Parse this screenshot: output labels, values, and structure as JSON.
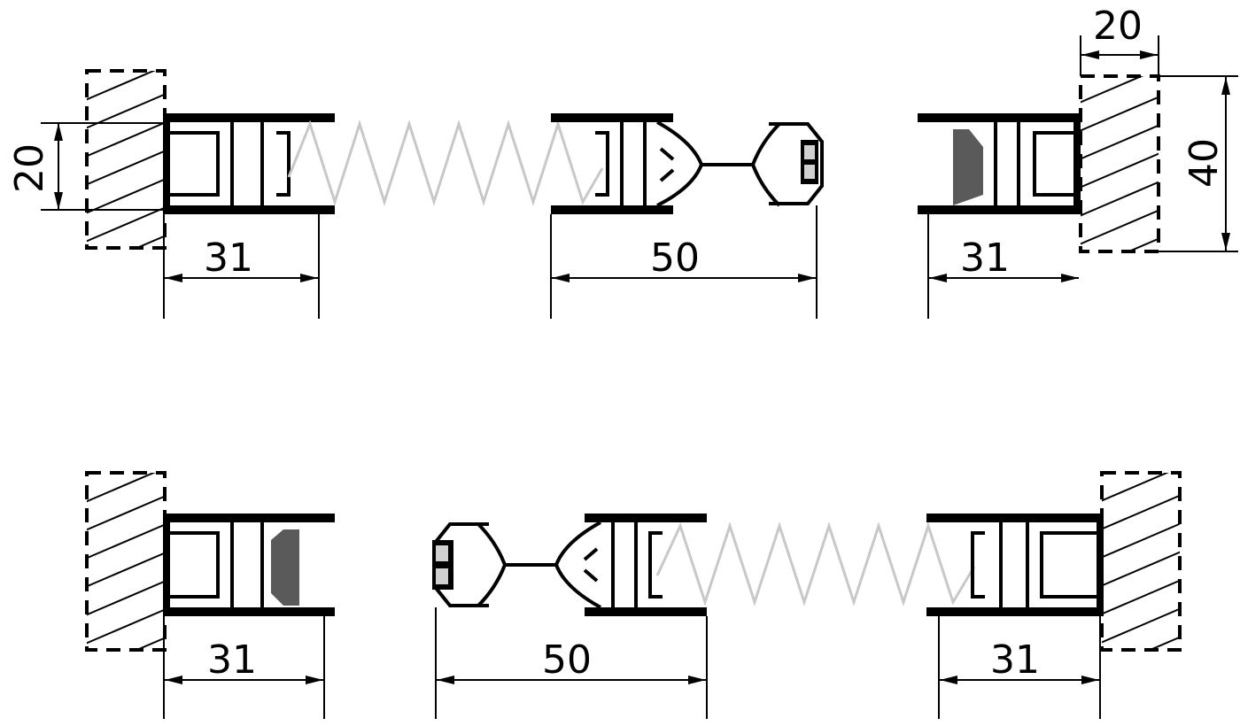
{
  "colors": {
    "line": "#000000",
    "spring": "#c8c8c8",
    "seal": "#5a5a5a",
    "magnet": "#d0d0d0",
    "background": "#ffffff"
  },
  "dimensions": {
    "top_left_height": "20",
    "top_left_width": "31",
    "top_middle_width": "50",
    "top_right_width": "31",
    "top_right_wall_width": "20",
    "top_right_height": "40",
    "bottom_left_width": "31",
    "bottom_middle_width": "50",
    "bottom_right_width": "31"
  }
}
